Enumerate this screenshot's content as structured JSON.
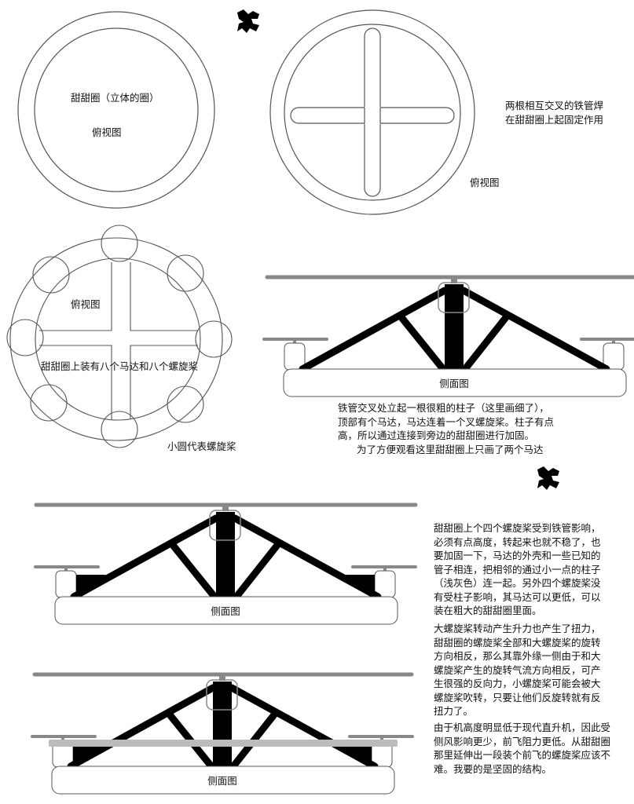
{
  "top_view_1": {
    "title": "甜甜圈（立体的圈）",
    "caption": "俯视图"
  },
  "top_view_2": {
    "note": [
      "两根相互交叉的铁管焊",
      "在甜甜圈上起固定作用"
    ],
    "caption": "俯视图"
  },
  "top_view_3": {
    "caption": "俯视图",
    "label": "甜甜圈上装有八个马达和八个螺旋桨",
    "legend": "小圆代表螺旋桨"
  },
  "side_view_label": "侧面图",
  "side_view_1_notes": [
    "铁管交叉处立起一根很粗的柱子（这里画细了），",
    "顶部有个马达，马达连着一个叉螺旋桨。柱子有点",
    "高，所以通过连接到旁边的甜甜圈进行加固。",
    "为了方便观看这里甜甜圈上只画了两个马达"
  ],
  "side_view_2_notes": [
    "甜甜圈上个四个螺旋桨受到铁管影响，",
    "必须有点高度，转起来也就不稳了，也",
    "要加固一下，马达的外壳和一些已知的",
    "管子相连，把相邻的通过小一点的柱子",
    "（浅灰色）连一起。另外四个螺旋桨没",
    "有受柱子影响，其马达可以更低，可以",
    "装在粗大的甜甜圈里面。"
  ],
  "torque_notes": [
    "大螺旋桨转动产生升力也产生了扭力，",
    "甜甜圈的螺旋桨全部和大螺旋桨的旋转",
    "方向相反，那么其靠外缘一侧由于和大",
    "螺旋桨产生的旋转气流方向相反，可产",
    "生很强的反向力，小螺旋桨可能会被大",
    "螺旋桨吹转，只要让他们反旋转就有反",
    "扭力了。"
  ],
  "height_notes": [
    "由于机高度明显低于现代直升机，因此受",
    "侧风影响更少，前飞阻力更低。从甜甜圈",
    "那里延伸出一段装个前飞的螺旋桨应该不",
    "难。我要的是坚固的结构。"
  ],
  "colors": {
    "rotor": "#888888",
    "struct": "#000000",
    "brace_light": "#bbbbbb",
    "outline": "#555555"
  }
}
